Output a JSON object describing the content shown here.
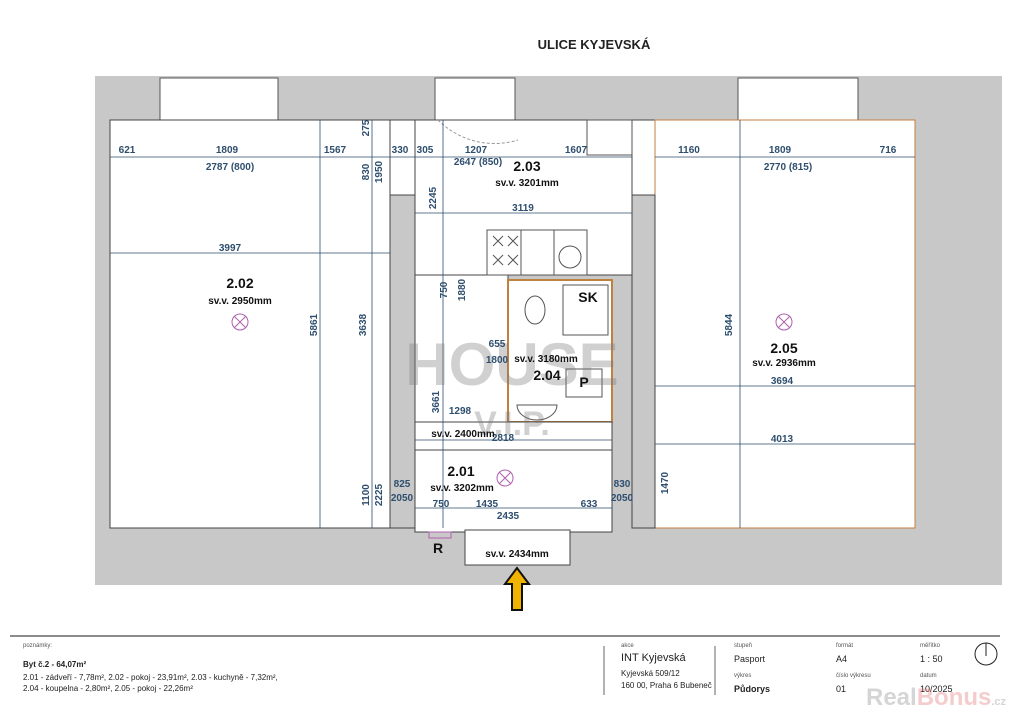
{
  "street_title": "ULICE KYJEVSKÁ",
  "rooms": [
    {
      "id": "2.02",
      "svv": "sv.v. 2950mm"
    },
    {
      "id": "2.03",
      "svv": "sv.v. 3201mm"
    },
    {
      "id": "2.04",
      "svv": "sv.v. 3180mm"
    },
    {
      "id": "2.01",
      "svv": "sv.v. 3202mm"
    },
    {
      "id": "2.05",
      "svv": "sv.v. 2936mm"
    }
  ],
  "extra_heights": [
    "sv.v. 2400mm",
    "sv.v. 2434mm"
  ],
  "fixtures": {
    "shower": "SK",
    "washer": "P",
    "radiator": "R"
  },
  "dims": [
    "621",
    "1809",
    "1567",
    "2787 (800)",
    "275",
    "830",
    "1950",
    "330",
    "305",
    "1207",
    "2647 (850)",
    "1607",
    "2245",
    "3119",
    "3997",
    "5861",
    "3638",
    "750",
    "1880",
    "655",
    "1800",
    "3661",
    "1298",
    "2818",
    "825",
    "2050",
    "1100",
    "2225",
    "750",
    "1435",
    "2435",
    "633",
    "830",
    "2050",
    "1470",
    "1160",
    "1809",
    "716",
    "2770 (815)",
    "5844",
    "3694",
    "4013"
  ],
  "watermark": {
    "main": "HOUSE",
    "sub": "V.I.P."
  },
  "notes": {
    "label": "poznámky:",
    "title": "Byt č.2 - 64,07m²",
    "line1": "2.01 - zádveří - 7,78m², 2.02 - pokoj - 23,91m², 2.03 - kuchyně - 7,32m²,",
    "line2": "2.04 - koupelna - 2,80m², 2.05 - pokoj - 22,26m²"
  },
  "title_block": {
    "akce_label": "akce",
    "akce": "INT Kyjevská",
    "address1": "Kyjevská 509/12",
    "address2": "160 00, Praha 6 Bubeneč",
    "stupen_label": "stupeň",
    "stupen": "Pasport",
    "vykres_label": "výkres",
    "vykres": "Půdorys",
    "format_label": "formát",
    "format": "A4",
    "cislo_label": "číslo výkresu",
    "cislo": "01",
    "meritko_label": "měřítko",
    "meritko": "1 : 50",
    "datum_label": "datum",
    "datum": "10/2025"
  },
  "brand_watermark": {
    "a": "Real",
    "b": "Bonus",
    ".cz": ".cz"
  },
  "colors": {
    "wall": "#c8c8c8",
    "dim": "#2e4e6e",
    "accent_arrow": "#f0b400",
    "brand": "#e07070"
  }
}
